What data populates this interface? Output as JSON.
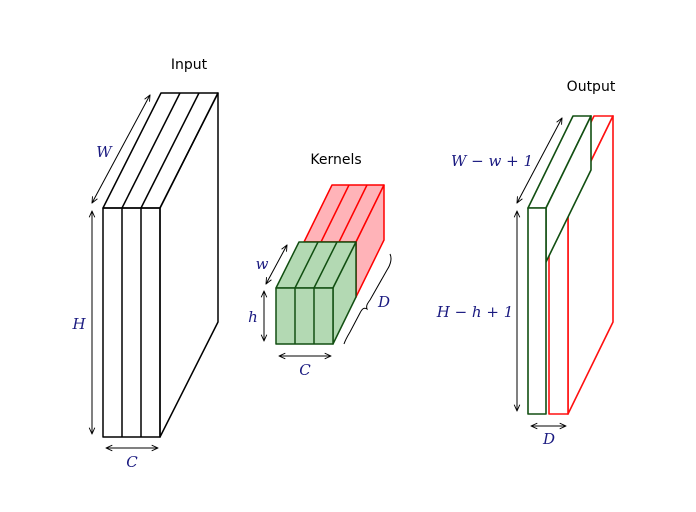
{
  "titles": {
    "input": "Input",
    "kernels": "Kernels",
    "output": "Output"
  },
  "labels": {
    "input_width": "W",
    "input_height": "H",
    "input_channels": "C",
    "kernel_width": "w",
    "kernel_height": "h",
    "kernel_channels": "C",
    "kernel_count": "D",
    "output_width": "W − w + 1",
    "output_height": "H − h + 1",
    "output_depth": "D"
  },
  "colors": {
    "label_text": "#1a1a80",
    "kernel_green_fill": "#b3d9b3",
    "kernel_green_stroke": "#124f12",
    "kernel_red_fill": "#ffb3b8",
    "kernel_red_stroke": "#ff0000"
  }
}
